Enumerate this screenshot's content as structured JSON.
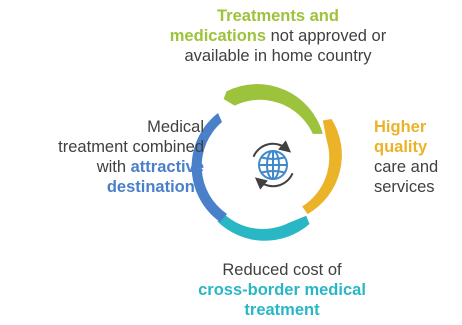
{
  "colors": {
    "top_segment": "#9dc23b",
    "right_segment": "#ebb327",
    "bottom_segment": "#2ab7c5",
    "left_segment": "#4a7fc9",
    "text": "#404040",
    "globe": "#3f89cc"
  },
  "center_icon": "globe-icon",
  "cycle_icon": "circular-arrows-icon",
  "top": {
    "highlight_1": "Treatments and",
    "highlight_2": "medications",
    "rest_2": " not approved or",
    "line_3": "available in home country"
  },
  "right": {
    "highlight_1": "Higher",
    "highlight_2": "quality",
    "line_3": "care and",
    "line_4": "services"
  },
  "bottom": {
    "line_1": "Reduced cost of",
    "highlight_2": "cross-border medical",
    "highlight_3": "treatment"
  },
  "left": {
    "line_1": "Medical",
    "line_2": "treatment combined",
    "prefix_3": "with ",
    "highlight_3": "attractive",
    "highlight_4": "destinations"
  }
}
